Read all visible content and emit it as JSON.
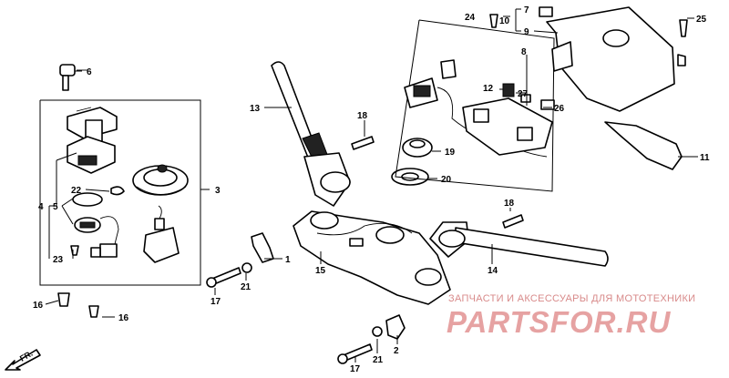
{
  "diagram": {
    "callouts": [
      {
        "id": "1",
        "text": "1"
      },
      {
        "id": "2",
        "text": "2"
      },
      {
        "id": "3",
        "text": "3"
      },
      {
        "id": "4",
        "text": "4"
      },
      {
        "id": "5",
        "text": "5"
      },
      {
        "id": "6",
        "text": "6"
      },
      {
        "id": "7",
        "text": "7"
      },
      {
        "id": "8",
        "text": "8"
      },
      {
        "id": "9",
        "text": "9"
      },
      {
        "id": "10",
        "text": "10"
      },
      {
        "id": "11",
        "text": "11"
      },
      {
        "id": "12",
        "text": "12"
      },
      {
        "id": "13",
        "text": "13"
      },
      {
        "id": "14",
        "text": "14"
      },
      {
        "id": "15",
        "text": "15"
      },
      {
        "id": "16a",
        "text": "16"
      },
      {
        "id": "16b",
        "text": "16"
      },
      {
        "id": "17a",
        "text": "17"
      },
      {
        "id": "17b",
        "text": "17"
      },
      {
        "id": "18a",
        "text": "18"
      },
      {
        "id": "18b",
        "text": "18"
      },
      {
        "id": "19",
        "text": "19"
      },
      {
        "id": "20",
        "text": "20"
      },
      {
        "id": "21a",
        "text": "21"
      },
      {
        "id": "21b",
        "text": "21"
      },
      {
        "id": "22",
        "text": "22"
      },
      {
        "id": "23",
        "text": "23"
      },
      {
        "id": "24",
        "text": "24"
      },
      {
        "id": "25",
        "text": "25"
      },
      {
        "id": "26",
        "text": "26"
      },
      {
        "id": "27",
        "text": "27"
      }
    ],
    "direction_marker": "FR."
  },
  "watermark": {
    "subtitle": "ЗАПЧАСТИ И АКСЕССУАРЫ ДЛЯ МОТОТЕХНИКИ",
    "brand": "PARTSFOR.RU"
  }
}
